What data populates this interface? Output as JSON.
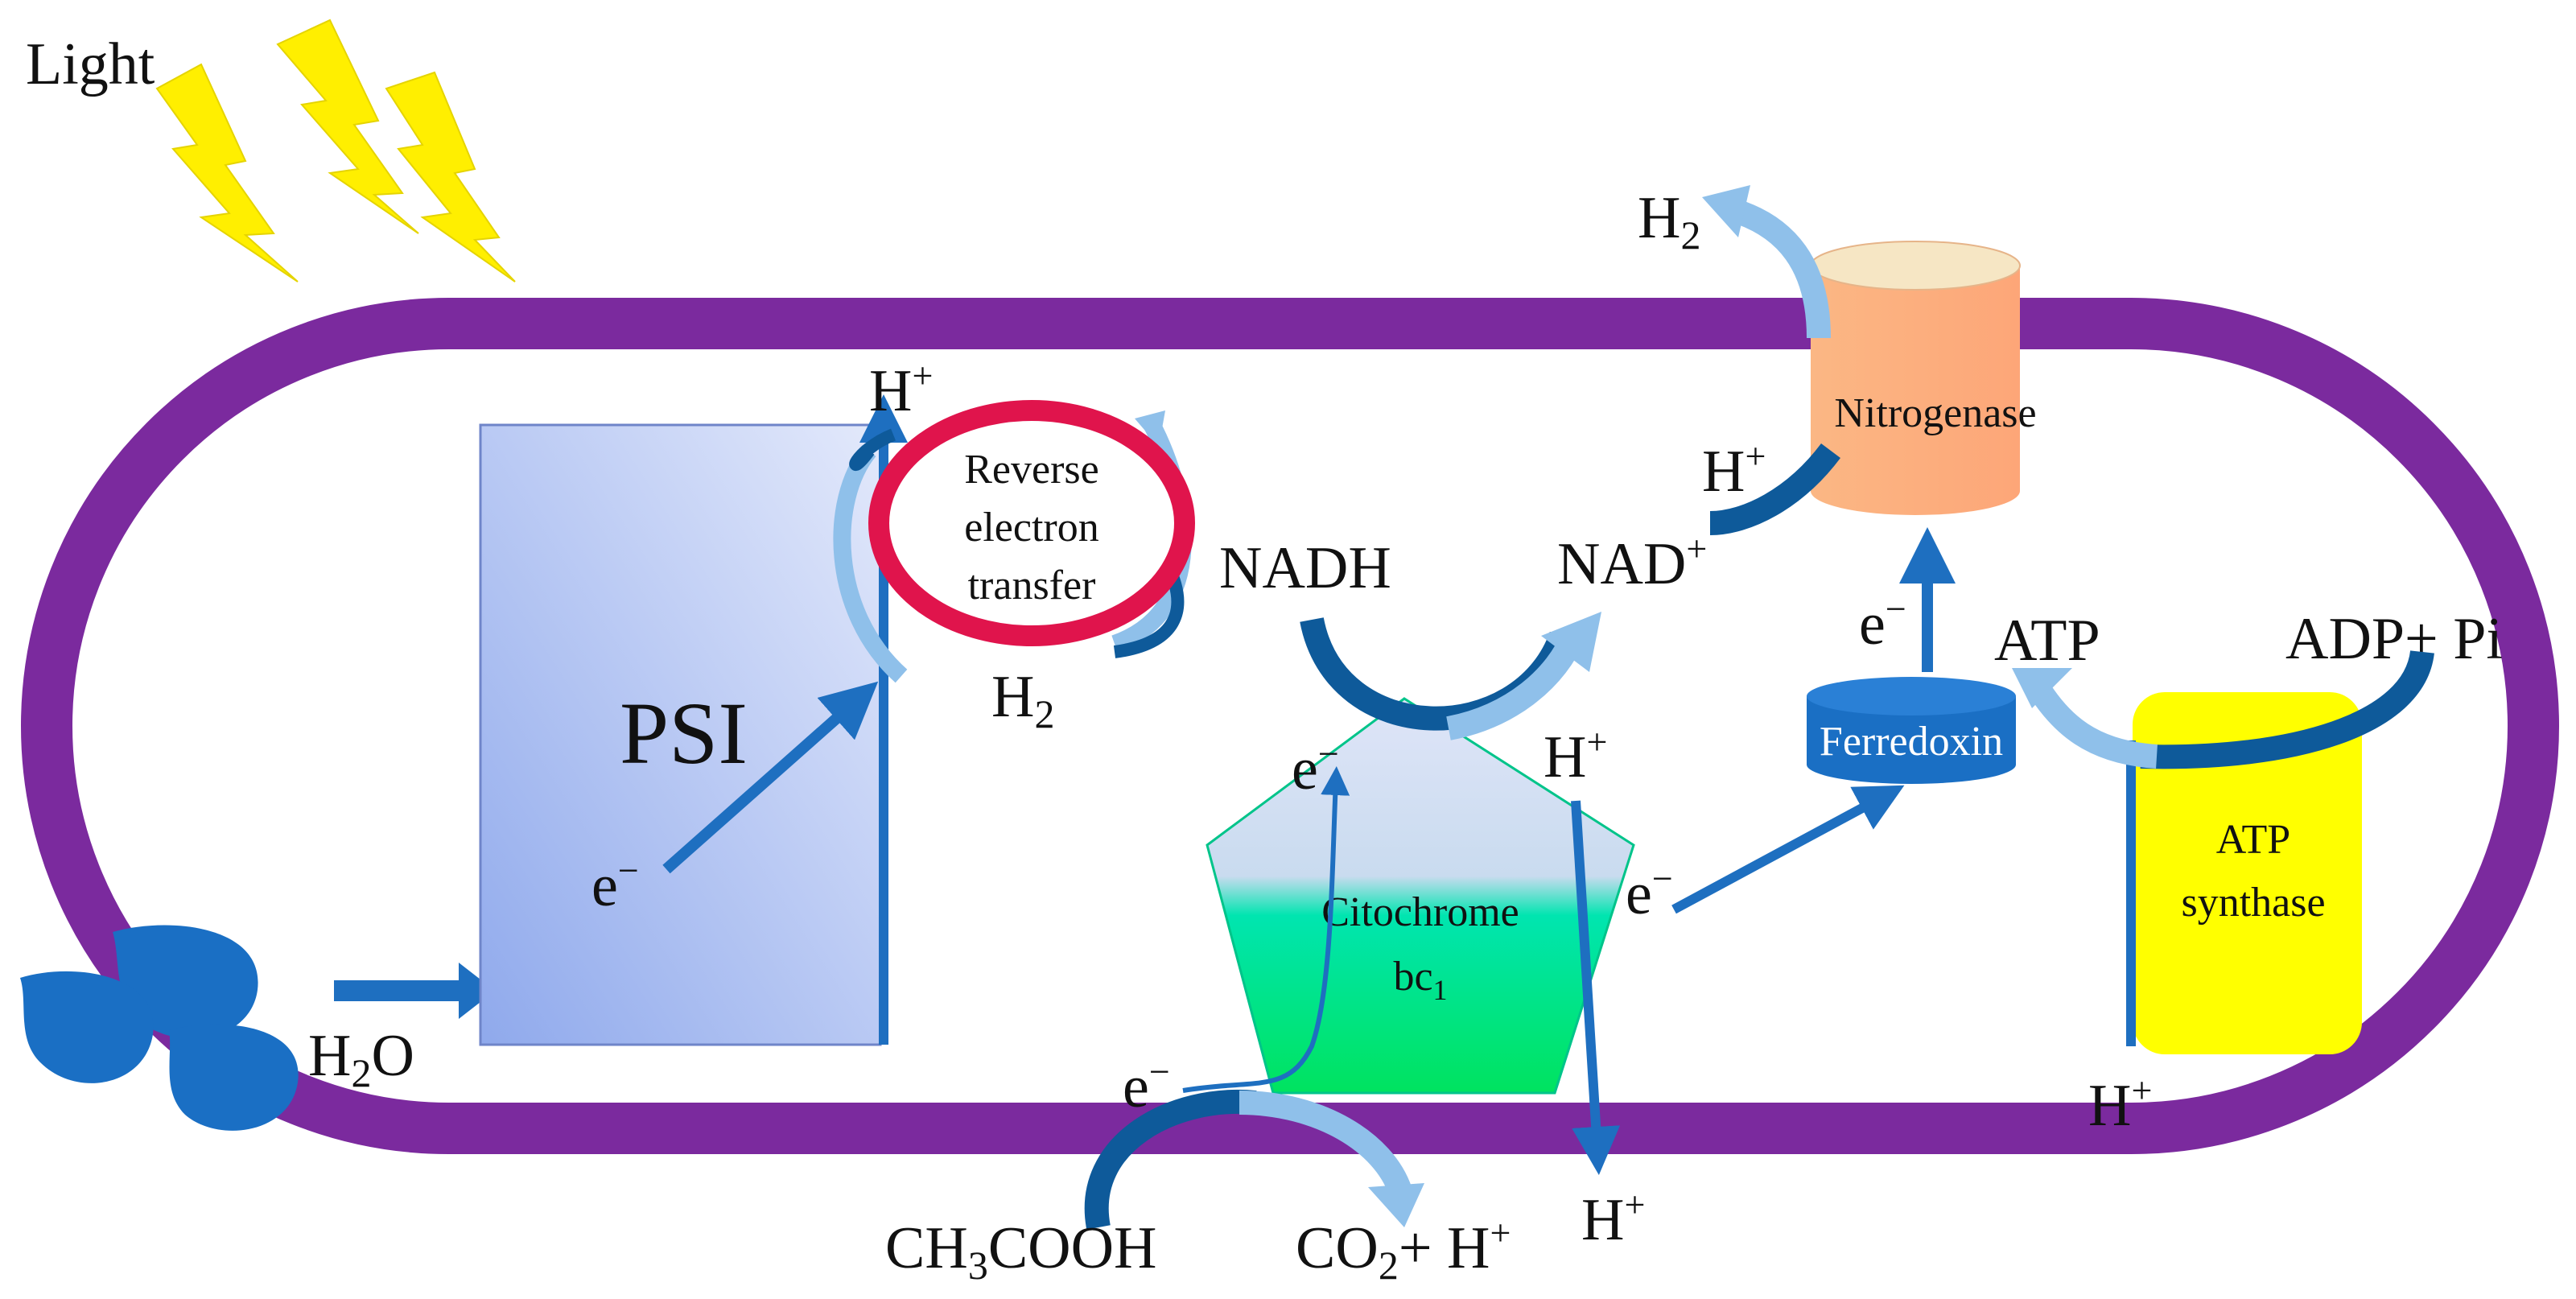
{
  "labels": {
    "light": "Light",
    "psi": "PSI",
    "reverse_line1": "Reverse",
    "reverse_line2": "electron",
    "reverse_line3": "transfer",
    "nitrogenase": "Nitrogenase",
    "ferredoxin": "Ferredoxin",
    "cyto_line1": "Citochrome",
    "cyto_line2_main": "bc",
    "cyto_line2_sub": "1",
    "atp_synthase_line1": "ATP",
    "atp_synthase_line2": "synthase",
    "nadh": "NADH",
    "nad_main": "NAD",
    "nad_sup": "+",
    "h_main": "H",
    "h_plus_sup": "+",
    "h2_sub": "2",
    "h2o_main": "H",
    "h2o_sub": "2",
    "h2o_tail": "O",
    "electron_main": "e",
    "electron_sup": "−",
    "atp": "ATP",
    "adp_pi": "ADP+ Pi",
    "acetic_a": "CH",
    "acetic_sub": "3",
    "acetic_b": "COOH",
    "co2_a": "CO",
    "co2_sub": "2",
    "co2_b": "+ H",
    "co2_sup": "+"
  },
  "colors": {
    "cell_wall": "#7b2a9e",
    "membrane_arrow": "#1e6fc0",
    "light_blue_arrow": "#8fc0ea",
    "dark_blue_arrow": "#0e5a9a",
    "lightning": "#ffef00",
    "water_drop": "#1a6fc4",
    "reverse_ring": "#e0144c",
    "nitrogenase": "#fdb07f",
    "ferredoxin": "#1a6fc4",
    "atp_synthase": "#ffff00",
    "cytochrome_top": "#d6dff5",
    "cytochrome_bottom": "#00e673",
    "psi_fill": "#a9bff0"
  },
  "icons": [
    "lightning-icon",
    "water-drop-icon"
  ]
}
